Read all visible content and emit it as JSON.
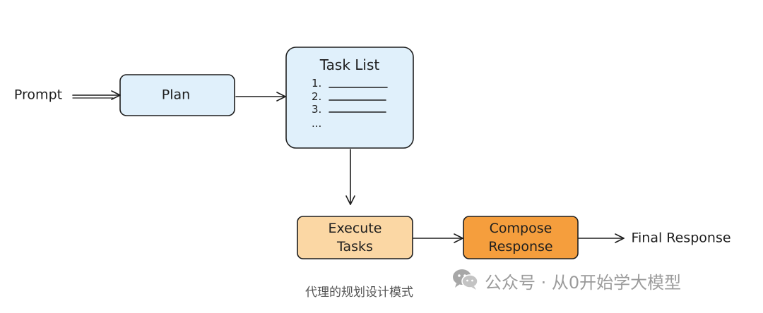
{
  "diagram": {
    "input_label": "Prompt",
    "plan_label": "Plan",
    "task_list": {
      "title": "Task List",
      "items": [
        "1.",
        "2.",
        "3."
      ],
      "more": "..."
    },
    "execute_line1": "Execute",
    "execute_line2": "Tasks",
    "compose_line1": "Compose",
    "compose_line2": "Response",
    "output_label": "Final Response"
  },
  "caption": "代理的规划设计模式",
  "watermark": {
    "icon": "wechat-icon",
    "text": "公众号 · 从0开始学大模型"
  },
  "colors": {
    "plan_fill": "#e0f0fb",
    "task_list_fill": "#e0f0fb",
    "execute_fill": "#fbd7a4",
    "compose_fill": "#f59e3d",
    "stroke": "#1e1e1e"
  }
}
